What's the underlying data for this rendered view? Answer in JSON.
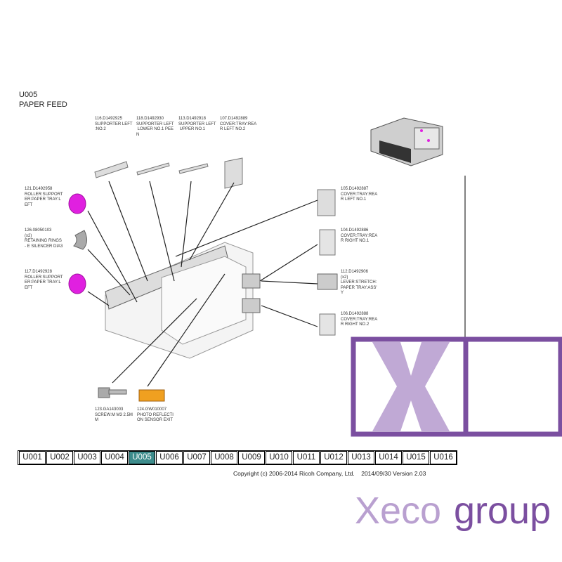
{
  "header": {
    "code": "U005",
    "title": "PAPER FEED"
  },
  "parts": {
    "p116": "116.D1492925\nSUPPORTER LEFT\n:NO.2",
    "p118": "118.D1492930\nSUPPORTER LEFT\n LOWER NO.1 PEE\nN",
    "p113": "113.D1492918\nSUPPORTER LEFT\n UPPER NO.1",
    "p107": "107.D1492889\nCOVER:TRAY:REA\nR LEFT NO.2",
    "p121": "121.D1492958\nROLLER:SUPPORT\nER:PAPER TRAY:L\nEFT",
    "p126": "126.08050103\n(x2)\nRETAINING RINGS\n- E SILENCER DIA3",
    "p117": "117.D1492928\nROLLER:SUPPORT\nER:PAPER TRAY:L\nEFT",
    "p105": "105.D1492887\nCOVER:TRAY:REA\nR LEFT NO.1",
    "p104": "104.D1492886\nCOVER:TRAY:REA\nR RIGHT NO.1",
    "p112": "112.D1492906\n(x2)\nLEVER:STRETCH:\nPAPER TRAY:ASS'\nY",
    "p106": "106.D1492888\nCOVER:TRAY:REA\nR RIGHT NO.2",
    "p123": "123.GA143003\nSCREW:M M3 2.5M\nM",
    "p124": "124.GW010007\nPHOTO REFLECTI\nON SENSOR EXIT"
  },
  "tabs": [
    "U001",
    "U002",
    "U003",
    "U004",
    "U005",
    "U006",
    "U007",
    "U008",
    "U009",
    "U010",
    "U011",
    "U012",
    "U013",
    "U014",
    "U015",
    "U016"
  ],
  "active_tab": "U005",
  "footer": {
    "copyright": "Copyright (c) 2006-2014 Ricoh Company, Ltd.    2014/09/30 Version 2.03"
  },
  "watermark": {
    "text1": "Xeco",
    "text2": "group"
  },
  "colors": {
    "accent_tab": "#3d8c8c",
    "roller": "#e020e0",
    "sensor": "#f0a020",
    "logo_dark": "#7b4fa0",
    "logo_light": "#b9a0d0"
  }
}
